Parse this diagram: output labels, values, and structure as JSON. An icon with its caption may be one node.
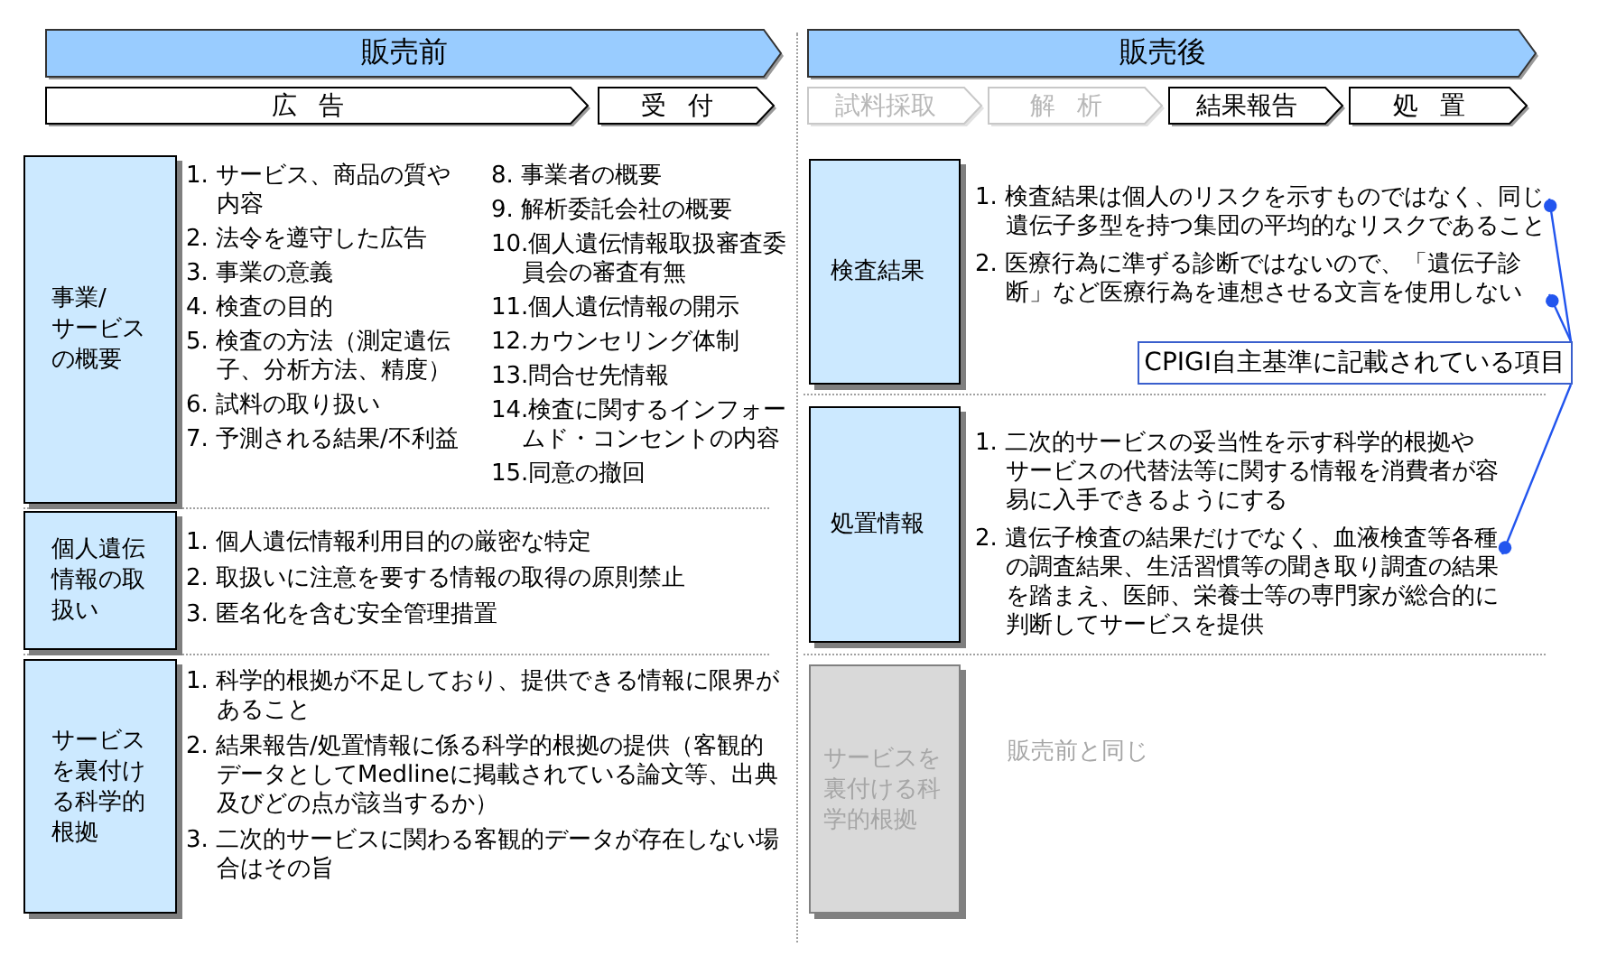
{
  "diagram": {
    "nodes": [
      {
        "text": [
          "販売前"
        ]
      },
      {
        "text": [
          "販売後"
        ]
      },
      {
        "text": [
          "広告"
        ]
      },
      {
        "text": [
          "受付"
        ]
      },
      {
        "text": [
          "試料採取"
        ]
      },
      {
        "text": [
          "解析"
        ]
      },
      {
        "text": [
          "結果報告"
        ]
      },
      {
        "text": [
          "処置"
        ]
      },
      {
        "text": [
          "事業/サービスの概要"
        ],
        "beside": [
          "1. サービス、商品の質や内容",
          "2. 法令を遵守した広告",
          "3. 事業の意義",
          "4. 検査の目的",
          "5. 検査の方法（測定遺伝子、分析方法、精度）",
          "6. 試料の取り扱い",
          "7. 予測される結果/不利益",
          "8. 事業者の概要",
          "9. 解析委託会社の概要",
          "10.個人遺伝情報取扱審査委員会の審査有無",
          "11.個人遺伝情報の開示",
          "12.カウンセリング体制",
          "13.問合せ先情報",
          "14.検査に関するインフォームド・コンセントの内容",
          "15.同意の撤回"
        ]
      },
      {
        "text": [
          "個人遺伝情報の取扱い"
        ],
        "beside": [
          "1. 個人遺伝情報利用目的の厳密な特定",
          "2. 取扱いに注意を要する情報の取得の原則禁止",
          "3. 匿名化を含む安全管理措置"
        ]
      },
      {
        "text": [
          "サービスを裏付ける科学的根拠"
        ],
        "beside": [
          "1. 科学的根拠が不足しており、提供できる情報に限界があること",
          "2. 結果報告/処置情報に係る科学的根拠の提供（客観的データとしてMedlineに掲載されている論文等、出典及びどの点が該当するか）",
          "3. 二次的サービスに関わる客観的データが存在しない場合はその旨"
        ]
      },
      {
        "text": [
          "検査結果"
        ]
      },
      {
        "text": [
          "1. 検査結果は個人のリスクを示すものではなく、同じ遺伝子多型を持つ集団の平均的なリスクであること"
        ]
      },
      {
        "text": [
          "2. 医療行為に準ずる診断ではないので、「遺伝子診断」など医療行為を連想させる文言を使用しない"
        ]
      },
      {
        "text": [
          "CPIGI自主基準に記載されている項目"
        ]
      },
      {
        "text": [
          "処置情報"
        ],
        "beside": [
          "1. 二次的サービスの妥当性を示す科学的根拠やサービスの代替法等に関する情報を消費者が容易に入手できるようにする"
        ]
      },
      {
        "text": [
          "2. 遺伝子検査の結果だけでなく、血液検査等各種の調査結果、生活習慣等の聞き取り調査の結果を踏まえ、医師、栄養士等の専門家が総合的に判断してサービスを提供"
        ]
      },
      {
        "text": [
          "サービスを裏付ける科学的根拠"
        ],
        "beside": [
          "販売前と同じ"
        ]
      }
    ],
    "edges": [
      {
        "from": 14,
        "to": 12,
        "arrow": "other"
      },
      {
        "from": 14,
        "to": 13,
        "arrow": "other"
      },
      {
        "from": 14,
        "to": 16,
        "arrow": "other"
      }
    ]
  }
}
